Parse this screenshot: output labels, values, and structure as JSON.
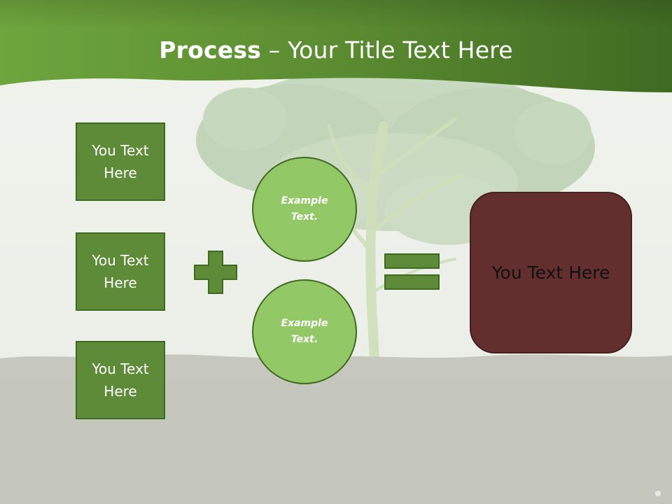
{
  "title": {
    "bold": "Process",
    "rest": " – Your Title Text Here"
  },
  "left_boxes": [
    {
      "label": "You Text Here"
    },
    {
      "label": "You Text Here"
    },
    {
      "label": "You Text Here"
    }
  ],
  "circles": [
    {
      "label": "Example Text."
    },
    {
      "label": "Example Text."
    }
  ],
  "result": {
    "label": "You Text Here"
  },
  "colors": {
    "header_green": "#5d8f33",
    "box_green": "#5e8b37",
    "circle_green": "#93c867",
    "result_maroon": "#632e2e"
  }
}
